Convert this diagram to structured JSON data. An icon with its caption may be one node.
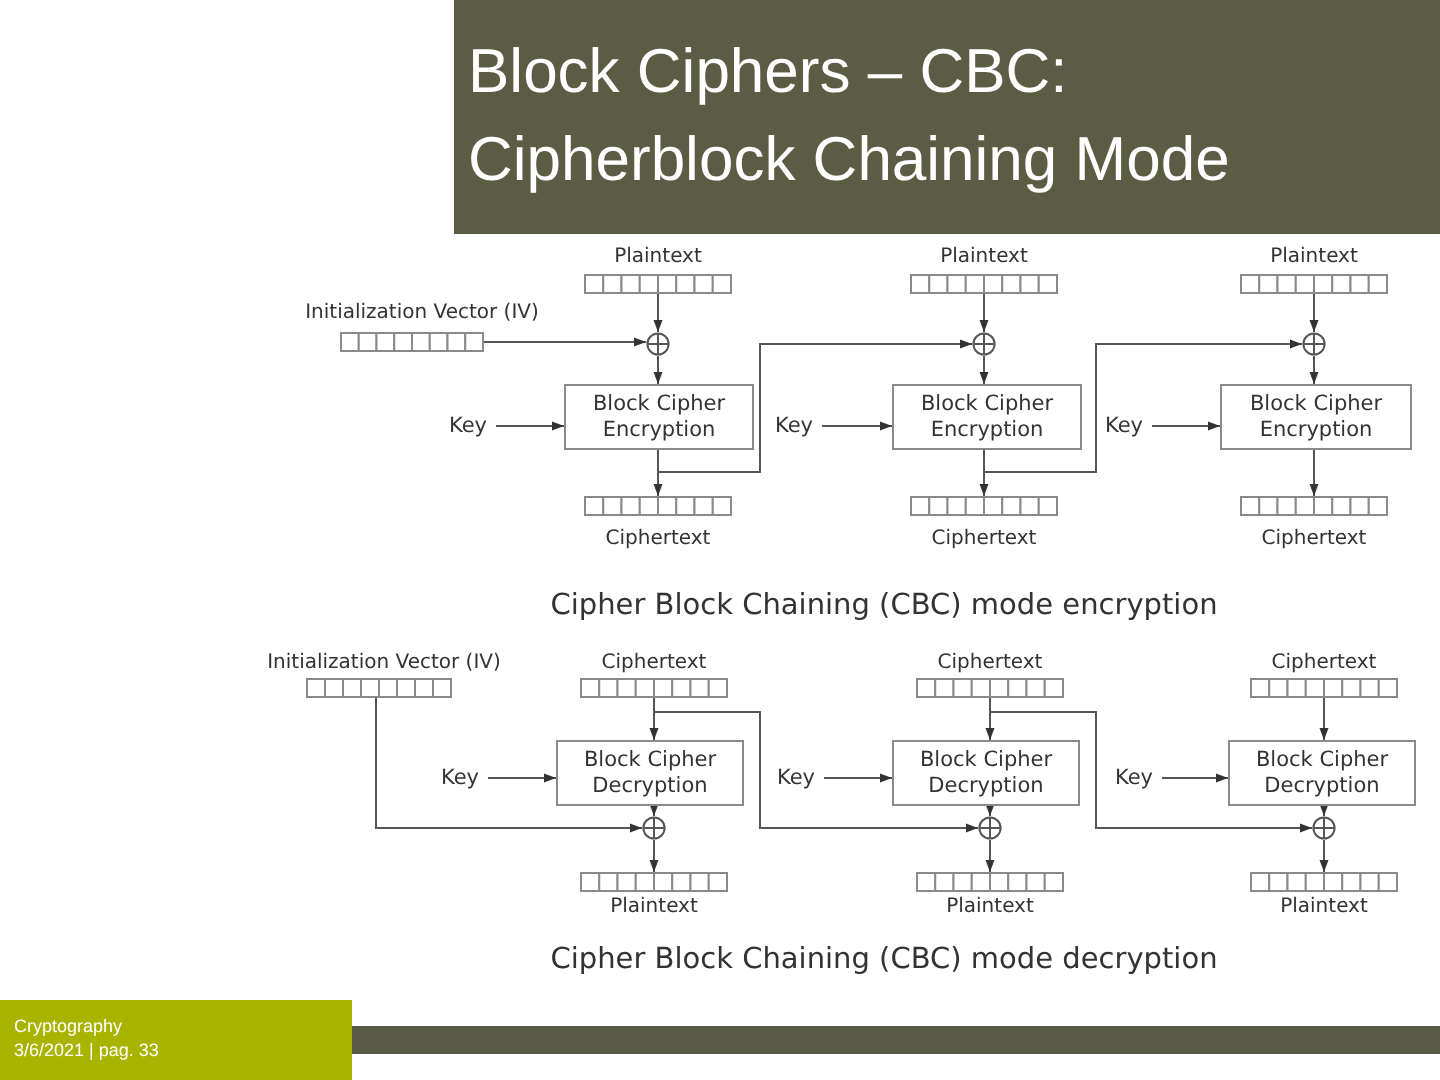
{
  "diagram": {
    "title": "Block Ciphers – CBC: Cipherblock Chaining Mode",
    "nodes": [
      {
        "text": [
          "Initialization Vector (IV)"
        ]
      },
      {
        "text": [
          "Plaintext"
        ]
      },
      {
        "text": [
          "Plaintext"
        ]
      },
      {
        "text": [
          "Plaintext"
        ]
      },
      {
        "text": [],
        "shape": "circle"
      },
      {
        "text": [],
        "shape": "circle"
      },
      {
        "text": [],
        "shape": "circle"
      },
      {
        "text": [
          "Key"
        ]
      },
      {
        "text": [
          "Block Cipher Encryption"
        ]
      },
      {
        "text": [
          "Key"
        ]
      },
      {
        "text": [
          "Block Cipher Encryption"
        ]
      },
      {
        "text": [
          "Key"
        ]
      },
      {
        "text": [
          "Block Cipher Encryption"
        ]
      },
      {
        "text": [
          "Ciphertext"
        ]
      },
      {
        "text": [
          "Ciphertext"
        ]
      },
      {
        "text": [
          "Ciphertext"
        ]
      },
      {
        "text": [
          "Initialization Vector (IV)"
        ]
      },
      {
        "text": [
          "Ciphertext"
        ]
      },
      {
        "text": [
          "Ciphertext"
        ]
      },
      {
        "text": [
          "Ciphertext"
        ]
      },
      {
        "text": [
          "Key"
        ]
      },
      {
        "text": [
          "Block Cipher Decryption"
        ]
      },
      {
        "text": [
          "Key"
        ]
      },
      {
        "text": [
          "Block Cipher Decryption"
        ]
      },
      {
        "text": [
          "Key"
        ]
      },
      {
        "text": [
          "Block Cipher Decryption"
        ]
      },
      {
        "text": [],
        "shape": "circle"
      },
      {
        "text": [],
        "shape": "circle"
      },
      {
        "text": [],
        "shape": "circle"
      },
      {
        "text": [
          "Plaintext"
        ]
      },
      {
        "text": [
          "Plaintext"
        ]
      },
      {
        "text": [
          "Plaintext"
        ]
      }
    ],
    "edges": [
      {
        "from": 1,
        "to": 4,
        "arrow": "to"
      },
      {
        "from": 0,
        "to": 4,
        "arrow": "to"
      },
      {
        "from": 4,
        "to": 8,
        "arrow": "to"
      },
      {
        "from": 7,
        "to": 8,
        "arrow": "to"
      },
      {
        "from": 8,
        "to": 13,
        "arrow": "to"
      },
      {
        "from": 2,
        "to": 5,
        "arrow": "to"
      },
      {
        "from": 8,
        "to": 5,
        "arrow": "to"
      },
      {
        "from": 5,
        "to": 10,
        "arrow": "to"
      },
      {
        "from": 9,
        "to": 10,
        "arrow": "to"
      },
      {
        "from": 10,
        "to": 14,
        "arrow": "to"
      },
      {
        "from": 3,
        "to": 6,
        "arrow": "to"
      },
      {
        "from": 10,
        "to": 6,
        "arrow": "to"
      },
      {
        "from": 6,
        "to": 12,
        "arrow": "to"
      },
      {
        "from": 11,
        "to": 12,
        "arrow": "to"
      },
      {
        "from": 12,
        "to": 15,
        "arrow": "to"
      },
      {
        "from": 17,
        "to": 21,
        "arrow": "to"
      },
      {
        "from": 20,
        "to": 21,
        "arrow": "to"
      },
      {
        "from": 21,
        "to": 26,
        "arrow": "to"
      },
      {
        "from": 26,
        "to": 29,
        "arrow": "to"
      },
      {
        "from": 16,
        "to": 26,
        "arrow": "to"
      },
      {
        "from": 18,
        "to": 23,
        "arrow": "to"
      },
      {
        "from": 22,
        "to": 23,
        "arrow": "to"
      },
      {
        "from": 23,
        "to": 27,
        "arrow": "to"
      },
      {
        "from": 27,
        "to": 30,
        "arrow": "to"
      },
      {
        "from": 17,
        "to": 27,
        "arrow": "to"
      },
      {
        "from": 19,
        "to": 25,
        "arrow": "to"
      },
      {
        "from": 24,
        "to": 25,
        "arrow": "to"
      },
      {
        "from": 25,
        "to": 28,
        "arrow": "to"
      },
      {
        "from": 28,
        "to": 31,
        "arrow": "to"
      },
      {
        "from": 18,
        "to": 28,
        "arrow": "to"
      }
    ],
    "labels": [
      "Cipher Block Chaining (CBC) mode encryption",
      "Cipher Block Chaining (CBC) mode decryption",
      "Cryptography",
      "3/6/2021 | pag. 33"
    ]
  }
}
